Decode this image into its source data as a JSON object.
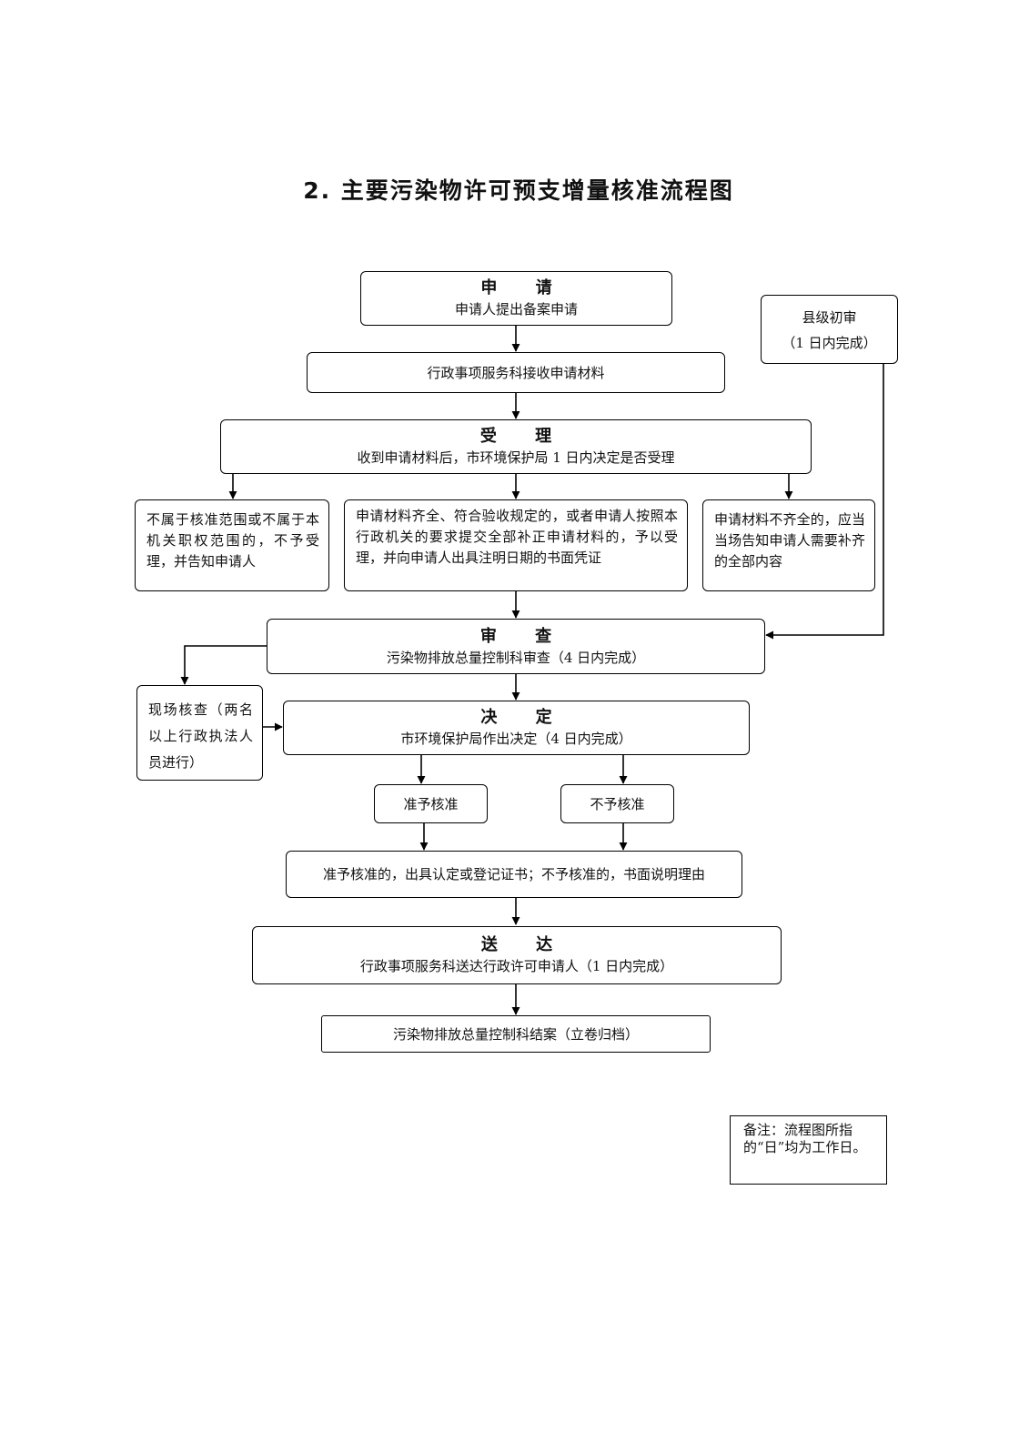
{
  "title": "2. 主要污染物许可预支增量核准流程图",
  "nodes": {
    "apply": {
      "heading": "申  请",
      "text": "申请人提出备案申请"
    },
    "receive": {
      "text": "行政事项服务科接收申请材料"
    },
    "county": {
      "line1": "县级初审",
      "line2": "（1 日内完成）"
    },
    "accept": {
      "heading": "受  理",
      "text": "收到申请材料后，市环境保护局 1 日内决定是否受理"
    },
    "not_in_scope": {
      "text": "不属于核准范围或不属于本机关职权范围的，不予受理，并告知申请人"
    },
    "complete": {
      "text": "申请材料齐全、符合验收规定的，或者申请人按照本行政机关的要求提交全部补正申请材料的，予以受理，并向申请人出具注明日期的书面凭证"
    },
    "incomplete": {
      "text": "申请材料不齐全的，应当当场告知申请人需要补齐的全部内容"
    },
    "review": {
      "heading": "审  查",
      "text": "污染物排放总量控制科审查（4 日内完成）"
    },
    "inspection": {
      "text": "现场核查（两名以上行政执法人员进行）"
    },
    "decision": {
      "heading": "决  定",
      "text": "市环境保护局作出决定（4 日内完成）"
    },
    "approve": {
      "text": "准予核准"
    },
    "reject": {
      "text": "不予核准"
    },
    "result": {
      "text": "准予核准的，出具认定或登记证书；不予核准的，书面说明理由"
    },
    "deliver": {
      "heading": "送  达",
      "text": "行政事项服务科送达行政许可申请人（1 日内完成）"
    },
    "archive": {
      "text": "污染物排放总量控制科结案（立卷归档）"
    }
  },
  "footnote": "备注：流程图所指的“日”均为工作日。"
}
